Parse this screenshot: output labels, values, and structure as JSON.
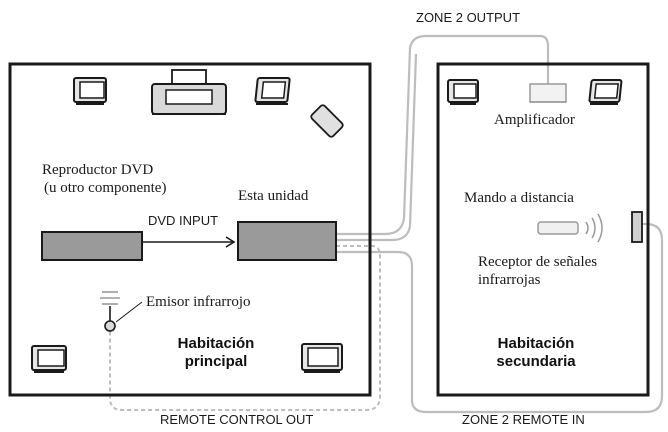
{
  "labels": {
    "zone2_output": "ZONE 2 OUTPUT",
    "amplifier": "Amplificador",
    "dvd_player_line1": "Reproductor  DVD",
    "dvd_player_line2": "(u otro componente)",
    "this_unit": "Esta unidad",
    "dvd_input": "DVD INPUT",
    "remote_control": "Mando a distancia",
    "ir_receiver_line1": "Receptor de señales",
    "ir_receiver_line2": "infrarrojas",
    "ir_emitter": "Emisor infrarrojo",
    "main_room_line1": "Habitación",
    "main_room_line2": "principal",
    "second_room_line1": "Habitación",
    "second_room_line2": "secundaria",
    "remote_control_out": "REMOTE CONTROL OUT",
    "zone2_remote_in": "ZONE 2 REMOTE IN"
  },
  "icons": {
    "speaker": "speaker-icon",
    "projector": "projector-icon",
    "remote": "remote-control-icon",
    "amplifier": "amplifier-icon",
    "ir_emitter": "ir-emitter-icon",
    "ir_receiver": "ir-receiver-icon"
  },
  "colors": {
    "line": "#1a1a1a",
    "cable": "#bdbdbd",
    "unit_fill": "#9a9a9a"
  }
}
